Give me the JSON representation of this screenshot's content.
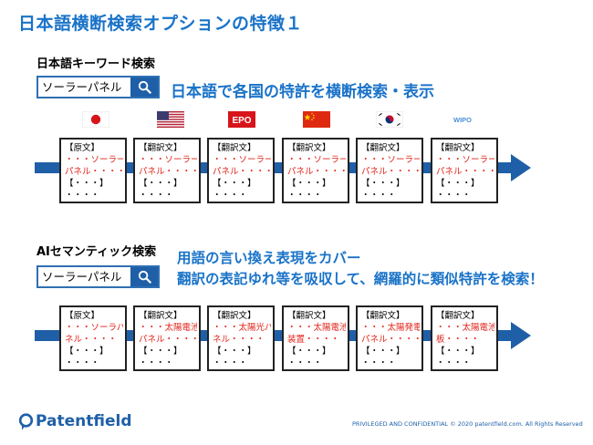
{
  "title": "日本語横断検索オプションの特徴１",
  "section1": {
    "heading": "日本語キーワード検索",
    "search_value": "ソーラーパネル",
    "tagline": "日本語で各国の特許を横断検索・表示",
    "flags": [
      {
        "name": "japan-flag-icon"
      },
      {
        "name": "usa-flag-icon"
      },
      {
        "name": "epo-flag-icon",
        "label": "EPO"
      },
      {
        "name": "china-flag-icon"
      },
      {
        "name": "korea-flag-icon"
      },
      {
        "name": "wipo-flag-icon",
        "label": "WIPO"
      }
    ],
    "docs": [
      {
        "header": "【原文】",
        "l1": "・・・ソーラー",
        "l2": "パネル・・・・",
        "l3": "【・・・】",
        "l4": "・・・・"
      },
      {
        "header": "【翻訳文】",
        "l1": "・・・ソーラー",
        "l2": "パネル・・・・",
        "l3": "【・・・】",
        "l4": "・・・・"
      },
      {
        "header": "【翻訳文】",
        "l1": "・・・ソーラー",
        "l2": "パネル・・・・",
        "l3": "【・・・】",
        "l4": "・・・・"
      },
      {
        "header": "【翻訳文】",
        "l1": "・・・ソーラー",
        "l2": "パネル・・・・",
        "l3": "【・・・】",
        "l4": "・・・・"
      },
      {
        "header": "【翻訳文】",
        "l1": "・・・ソーラー",
        "l2": "パネル・・・・",
        "l3": "【・・・】",
        "l4": "・・・・"
      },
      {
        "header": "【翻訳文】",
        "l1": "・・・ソーラー",
        "l2": "パネル・・・・",
        "l3": "【・・・】",
        "l4": "・・・・"
      }
    ]
  },
  "section2": {
    "heading": "AIセマンティック検索",
    "search_value": "ソーラーパネル",
    "tagline1": "用語の言い換え表現をカバー",
    "tagline2": "翻訳の表記ゆれ等を吸収して、網羅的に類似特許を検索！",
    "docs": [
      {
        "header": "【原文】",
        "l1": "・・・ソーラパ",
        "l2": "ネル・・・・",
        "l3": "【・・・】",
        "l4": "・・・・"
      },
      {
        "header": "【翻訳文】",
        "l1": "・・・太陽電池",
        "l2": "パネル・・・・",
        "l3": "【・・・】",
        "l4": "・・・・"
      },
      {
        "header": "【翻訳文】",
        "l1": "・・・太陽光パ",
        "l2": "ネル・・・・",
        "l3": "【・・・】",
        "l4": "・・・・"
      },
      {
        "header": "【翻訳文】",
        "l1": "・・・太陽電池",
        "l2": "装置・・・・",
        "l3": "【・・・】",
        "l4": "・・・・"
      },
      {
        "header": "【翻訳文】",
        "l1": "・・・太陽発電",
        "l2": "パネル・・・・",
        "l3": "【・・・】",
        "l4": "・・・・"
      },
      {
        "header": "【翻訳文】",
        "l1": "・・・太陽電池",
        "l2": "板・・・・",
        "l3": "【・・・】",
        "l4": "・・・・"
      }
    ]
  },
  "footer": {
    "logo": "Patentfield",
    "note": "PRIVILEGED AND CONFIDENTIAL  © 2020 patentfield.com. All Rights Reserved"
  },
  "colors": {
    "accent": "#1a73c8",
    "dark_blue": "#1f5fa8",
    "highlight_red": "#e2231a"
  }
}
